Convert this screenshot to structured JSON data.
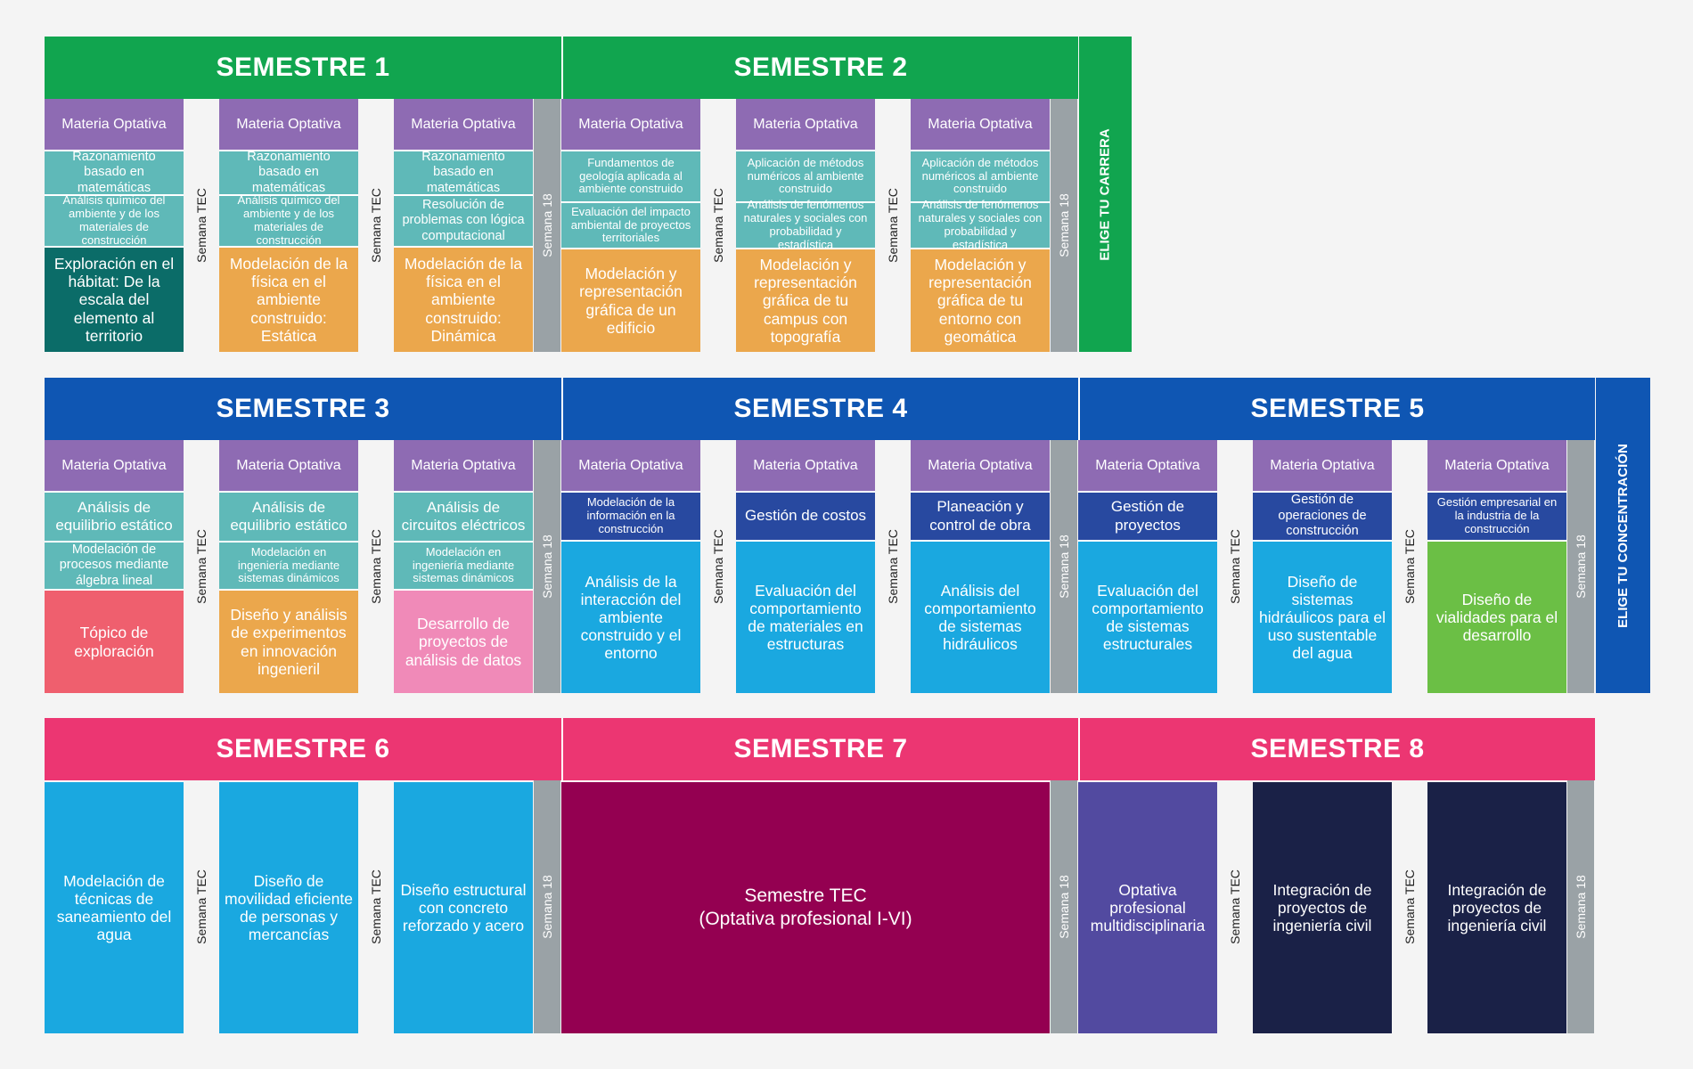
{
  "colors": {
    "green": "#11a54f",
    "blue": "#0f56b3",
    "pink": "#ec3672",
    "purple_optional": "#8e6bb3",
    "teal": "#5fb9b8",
    "orange": "#eba74c",
    "dark_teal": "#0b6c68",
    "cyan": "#1aa8e0",
    "navy_course": "#2849a0",
    "coral": "#ef5f6e",
    "light_pink": "#f08ab8",
    "lime": "#6bbf45",
    "maroon": "#940051",
    "indigo": "#524aa0",
    "dark_navy": "#1a2147",
    "grey": "#9aa2a6"
  },
  "labels": {
    "optional": "Materia Optativa",
    "week_tec": "Semana TEC",
    "week_18": "Semana 18"
  },
  "side_labels": {
    "career": "ELIGE TU CARRERA",
    "concentration": "ELIGE TU CONCENTRACIÓN"
  },
  "row1": {
    "semesters": [
      "SEMESTRE 1",
      "SEMESTRE 2"
    ],
    "columns": [
      {
        "a": "Razonamiento basado en matemáticas",
        "b": "Análisis químico del ambiente y de los materiales de construcción",
        "main": "Exploración en el hábitat: De la escala del elemento al territorio"
      },
      {
        "a": "Razonamiento basado en matemáticas",
        "b": "Análisis químico del ambiente y de los materiales de construcción",
        "main": "Modelación de la física en el ambiente construido: Estática"
      },
      {
        "a": "Razonamiento basado en matemáticas",
        "b": "Resolución de problemas con lógica computacional",
        "main": "Modelación de la física en el ambiente construido: Dinámica"
      },
      {
        "a": "Fundamentos de geología aplicada al ambiente construido",
        "b": "Evaluación del impacto ambiental de proyectos territoriales",
        "main": "Modelación y representación gráfica de un edificio"
      },
      {
        "a": "Aplicación de métodos numéricos al ambiente construido",
        "b": "Análisis de fenómenos naturales y sociales con probabilidad y estadística",
        "main": "Modelación y representación gráfica de tu campus con topografía"
      },
      {
        "a": "Aplicación de métodos numéricos al ambiente construido",
        "b": "Análisis de fenómenos naturales y sociales con probabilidad y estadística",
        "main": "Modelación y representación gráfica de tu entorno con geomática"
      }
    ]
  },
  "row2": {
    "semesters": [
      "SEMESTRE 3",
      "SEMESTRE 4",
      "SEMESTRE 5"
    ],
    "columns": [
      {
        "a": "Análisis de equilibrio estático",
        "b": "Modelación de procesos mediante álgebra lineal",
        "main": "Tópico de exploración"
      },
      {
        "a": "Análisis de equilibrio estático",
        "b": "Modelación en ingeniería mediante sistemas dinámicos",
        "main": "Diseño y análisis de experimentos en innovación ingenieril"
      },
      {
        "a": "Análisis de circuitos eléctricos",
        "b": "Modelación en ingeniería mediante sistemas dinámicos",
        "main": "Desarrollo de proyectos de análisis de datos"
      },
      {
        "a": "Modelación de la información en la construcción",
        "main": "Análisis de la interacción del ambiente construido y el entorno"
      },
      {
        "a": "Gestión de costos",
        "main": "Evaluación del comportamiento de materiales en estructuras"
      },
      {
        "a": "Planeación y control de obra",
        "main": "Análisis del comportamiento de sistemas hidráulicos"
      },
      {
        "a": "Gestión de proyectos",
        "main": "Evaluación del comportamiento de sistemas estructurales"
      },
      {
        "a": "Gestión de operaciones de construcción",
        "main": "Diseño de sistemas hidráulicos para el uso sustentable del agua"
      },
      {
        "a": "Gestión empresarial en la industria de la construcción",
        "main": "Diseño de vialidades para el desarrollo"
      }
    ]
  },
  "row3": {
    "semesters": [
      "SEMESTRE 6",
      "SEMESTRE 7",
      "SEMESTRE 8"
    ],
    "columns": [
      {
        "main": "Modelación de técnicas de saneamiento del agua"
      },
      {
        "main": "Diseño de movilidad eficiente de personas y mercancías"
      },
      {
        "main": "Diseño estructural con concreto reforzado y acero"
      },
      {
        "main": "Optativa profesional multidisciplinaria"
      },
      {
        "main": "Integración de proyectos de ingeniería civil"
      },
      {
        "main": "Integración de proyectos de ingeniería civil"
      }
    ],
    "sem7_line1": "Semestre TEC",
    "sem7_line2": "(Optativa profesional I-VI)"
  }
}
